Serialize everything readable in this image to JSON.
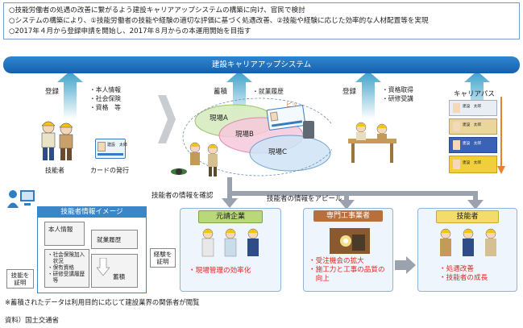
{
  "summary": {
    "lines": [
      "○技能労働者の処遇の改善に繋がるよう建設キャリアアップシステムの構築に向け、官民で検討",
      "○システムの構築により、①技能労働者の技能や経験の適切な評価に基づく処遇改善、②技能や経験に応じた効率的な人材配置等を実現",
      "○2017年４月から登録申請を開始し、2017年８月からの本運用開始を目指す"
    ]
  },
  "system_bar": "建設キャリアアップシステム",
  "registration": {
    "label": "登録",
    "items": [
      "・本人情報",
      "・社会保険",
      "・資格　等"
    ],
    "worker_caption": "技能者",
    "card_caption": "カードの発行",
    "card_name": "建設　太郎"
  },
  "accumulation": {
    "label": "蓄積",
    "history": "・就業履歴",
    "pi_text": "ピッ",
    "sites": [
      "現場A",
      "現場B",
      "現場C"
    ]
  },
  "registration2": {
    "label": "登録",
    "items": [
      "・資格取得",
      "・研修受講"
    ]
  },
  "career": {
    "label": "キャリアパス",
    "card_name": "建設　太郎"
  },
  "flows": {
    "confirm": "技能者の情報を確認",
    "appeal": "技能者の情報をアピール"
  },
  "image_panel": {
    "title": "技能者情報イメージ",
    "personal": "本人情報",
    "history": "就業履歴",
    "insurance_items": [
      "・社会保険加入",
      "　状況",
      "・保有資格",
      "・研修受講履歴",
      "　等"
    ],
    "accum": "蓄積",
    "note_skill": [
      "技能を",
      "証明"
    ],
    "note_exp": [
      "経験を",
      "証明"
    ]
  },
  "prime": {
    "header": "元請企業",
    "benefits": [
      "・現場管理の効率化"
    ]
  },
  "specialist": {
    "header": "専門工事業者",
    "benefits": [
      "・受注機会の拡大",
      "・施工力と工事の品質の",
      "　向上"
    ]
  },
  "worker": {
    "header": "技能者",
    "benefits": [
      "・処遇改善",
      "・技能者の成長"
    ]
  },
  "footnote": "※蓄積されたデータは利用目的に応じて建設業界の関係者が閲覧",
  "source": "資料）国土交通省",
  "colors": {
    "accent_blue": "#1660ad",
    "benefit_red": "#e0281e",
    "prime_green": "#b9d87a",
    "specialist_brown": "#b7703d",
    "worker_yellow": "#f2dd6a"
  }
}
